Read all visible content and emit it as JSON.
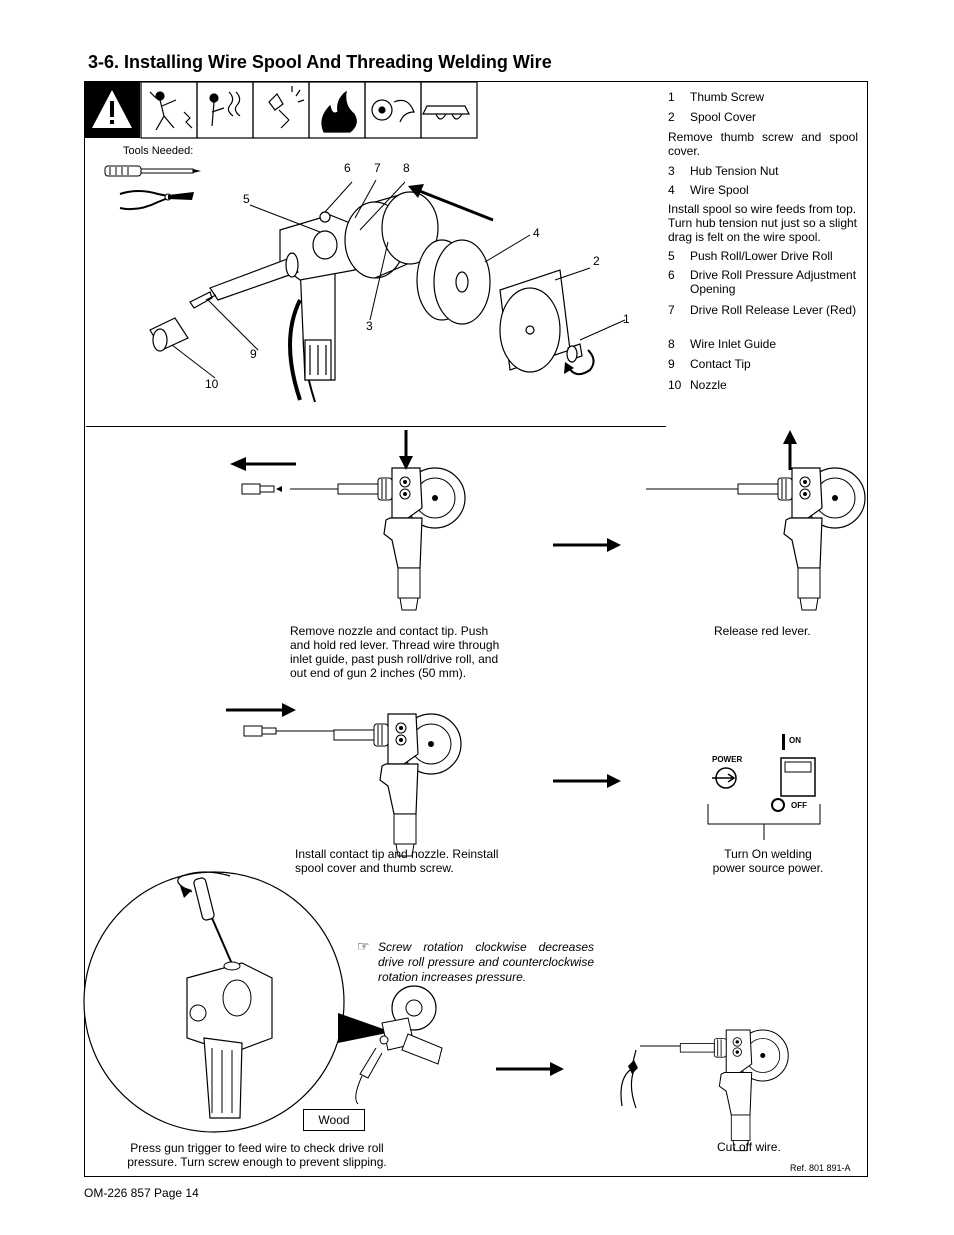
{
  "section": {
    "title": "3-6.   Installing Wire Spool And Threading Welding Wire"
  },
  "tools": {
    "label": "Tools Needed:"
  },
  "legend": {
    "items": [
      {
        "num": "1",
        "label": "Thumb Screw"
      },
      {
        "num": "2",
        "label": "Spool Cover"
      },
      {
        "num": "3",
        "label": "Hub Tension Nut"
      },
      {
        "num": "4",
        "label": "Wire Spool"
      },
      {
        "num": "5",
        "label": "Push Roll/Lower Drive Roll"
      },
      {
        "num": "6",
        "label": "Drive Roll Pressure Adjustment Opening"
      },
      {
        "num": "7",
        "label": "Drive Roll Release Lever (Red)"
      },
      {
        "num": "8",
        "label": "Wire Inlet Guide"
      },
      {
        "num": "9",
        "label": "Contact Tip"
      },
      {
        "num": "10",
        "label": "Nozzle"
      }
    ],
    "note_remove": "Remove thumb screw and spool cover.",
    "note_install": "Install spool so wire feeds from top. Turn hub tension nut just so a slight drag is felt on the wire spool."
  },
  "callouts": [
    "1",
    "2",
    "3",
    "4",
    "5",
    "6",
    "7",
    "8",
    "9",
    "10"
  ],
  "steps": {
    "step1": "Remove nozzle and contact tip. Push and hold red lever. Thread wire through inlet guide, past push roll/drive roll, and out end of gun 2 inches (50 mm).",
    "step2": "Release red lever.",
    "step3": "Install contact tip and nozzle. Reinstall spool cover and thumb screw.",
    "step4": "Turn On welding power source power.",
    "step5": "Press gun trigger to feed wire to check drive roll pressure. Turn screw enough to prevent slipping.",
    "step6": "Cut off wire."
  },
  "switch": {
    "on": "ON",
    "off": "OFF",
    "power": "POWER"
  },
  "tip": "Screw rotation clockwise decreases drive roll pressure and counterclockwise rotation increases pressure.",
  "wood": "Wood",
  "ref": "Ref. 801 891-A",
  "footer": "OM-226 857 Page 14"
}
